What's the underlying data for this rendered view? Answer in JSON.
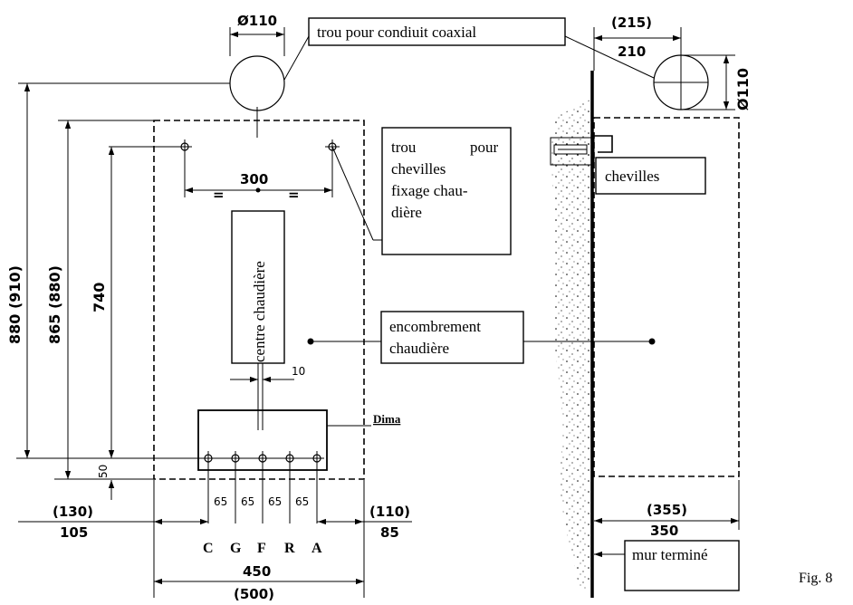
{
  "labels": {
    "coaxial_hole": "trou pour condiuit coaxial",
    "anchor_hole_line1": "trou",
    "anchor_hole_line1b": "pour",
    "anchor_hole_line2": "chevilles",
    "anchor_hole_line3": "fixage chau-",
    "anchor_hole_line4": "dière",
    "boiler_centre": "centre chaudière",
    "boiler_footprint_line1": "encombrement",
    "boiler_footprint_line2": "chaudière",
    "anchors": "chevilles",
    "template": "Dima",
    "finished_wall": "mur terminé",
    "figure": "Fig. 8"
  },
  "dimensions": {
    "flue_diameter_top": "Ø110",
    "flue_diameter_side": "Ø110",
    "anchor_spacing": "300",
    "equal_left": "=",
    "equal_right": "=",
    "offset_10": "10",
    "height_880": "880 (910)",
    "height_865": "865 (880)",
    "height_740": "740",
    "height_50": "50",
    "connection_spacing": [
      "65",
      "65",
      "65",
      "65"
    ],
    "left_margin_top": "(130)",
    "left_margin_bottom": "105",
    "right_margin_top": "(110)",
    "right_margin_bottom": "85",
    "width_450": "450",
    "width_500": "(500)",
    "wall_to_flue_top": "(215)",
    "wall_to_flue_bottom": "210",
    "depth_top": "(355)",
    "depth_bottom": "350"
  },
  "connections": [
    "C",
    "G",
    "F",
    "R",
    "A"
  ]
}
